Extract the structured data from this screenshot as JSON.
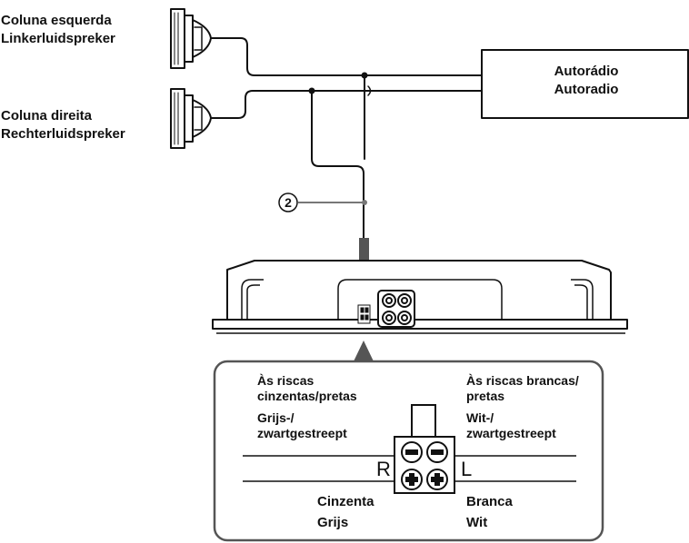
{
  "speakers": {
    "left": {
      "line1": "Coluna esquerda",
      "line2": "Linkerluidspreker"
    },
    "right": {
      "line1": "Coluna direita",
      "line2": "Rechterluidspreker"
    }
  },
  "radio": {
    "line1": "Autorádio",
    "line2": "Autoradio"
  },
  "callout_number": "2",
  "connector": {
    "top_left": {
      "line1": "Às riscas",
      "line2": "cinzentas/pretas",
      "line3": "Grijs-/",
      "line4": "zwartgestreept"
    },
    "top_right": {
      "line1": "Às riscas brancas/",
      "line2": "pretas",
      "line3": "Wit-/",
      "line4": "zwartgestreept"
    },
    "bottom_left": {
      "line1": "Cinzenta",
      "line2": "Grijs"
    },
    "bottom_right": {
      "line1": "Branca",
      "line2": "Wit"
    },
    "right_channel": "R",
    "left_channel": "L"
  }
}
